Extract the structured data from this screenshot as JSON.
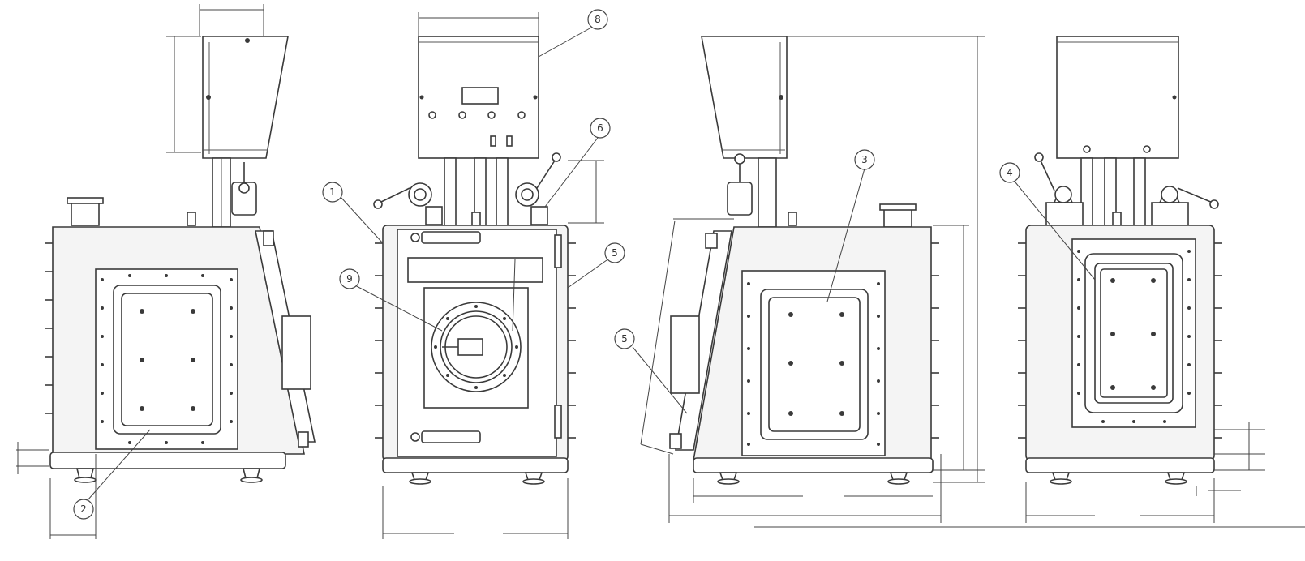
{
  "callouts": [
    {
      "id": "callout-1",
      "label": "1"
    },
    {
      "id": "callout-2",
      "label": "2"
    },
    {
      "id": "callout-3",
      "label": "3"
    },
    {
      "id": "callout-4",
      "label": "4"
    },
    {
      "id": "callout-5a",
      "label": "5"
    },
    {
      "id": "callout-5b",
      "label": "5"
    },
    {
      "id": "callout-6",
      "label": "6"
    },
    {
      "id": "callout-8",
      "label": "8"
    },
    {
      "id": "callout-9",
      "label": "9"
    }
  ]
}
